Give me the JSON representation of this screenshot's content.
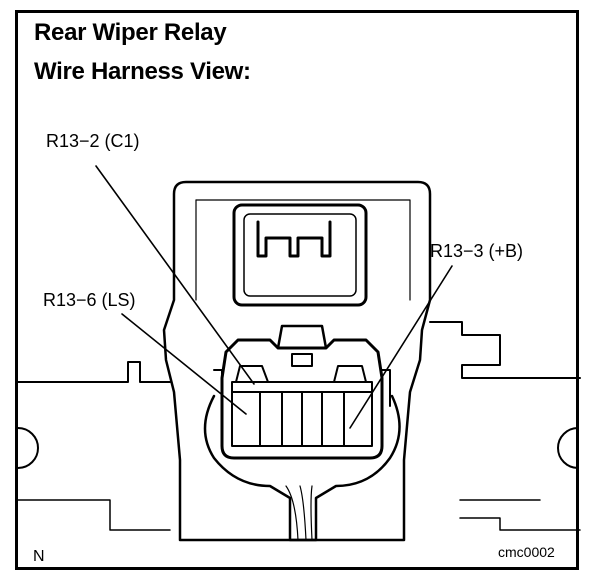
{
  "title": {
    "line1": "Rear Wiper Relay",
    "line2": "Wire Harness View:"
  },
  "callouts": {
    "c1": "R13−2 (C1)",
    "plus_b": "R13−3 (+B)",
    "ls": "R13−6 (LS)"
  },
  "corner_mark": "N",
  "figure_code": "cmc0002"
}
